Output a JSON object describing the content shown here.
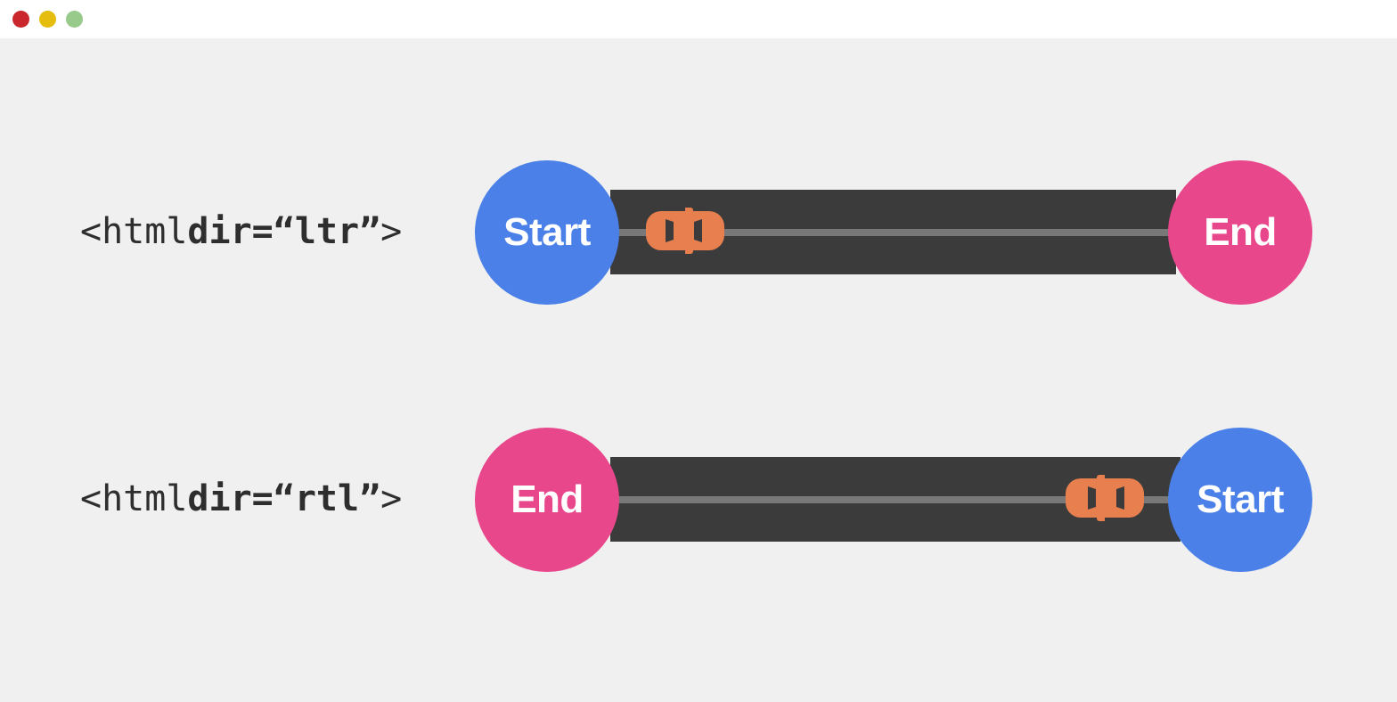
{
  "window": {
    "titlebar": {
      "buttons": [
        {
          "name": "close",
          "label": "",
          "color": "#c9272c"
        },
        {
          "name": "minimize",
          "label": "",
          "color": "#e5bd0e"
        },
        {
          "name": "maximize",
          "label": "",
          "color": "#97ca8b"
        }
      ]
    },
    "background_color": "#f1f0f0"
  },
  "palette": {
    "blue": "#4a80e8",
    "pink": "#e8478b",
    "road": "#3b3b3b",
    "road_line": "#787878",
    "car": "#e87f4f",
    "car_window": "#3b3b3b",
    "text": "#2e2e2e"
  },
  "rows": [
    {
      "id": "ltr",
      "label": {
        "prefix": "<html ",
        "attribute": "dir=“ltr”",
        "suffix": ">",
        "full": "<html dir=“ltr”>"
      },
      "left_endpoint": {
        "label": "Start",
        "color": "#4a80e8",
        "role": "start"
      },
      "right_endpoint": {
        "label": "End",
        "color": "#e8478b",
        "role": "end"
      },
      "car": {
        "icon": "car-icon",
        "direction": "right",
        "position_percent": 6
      }
    },
    {
      "id": "rtl",
      "label": {
        "prefix": "<html ",
        "attribute": "dir=“rtl”",
        "suffix": ">",
        "full": "<html dir=“rtl”>"
      },
      "left_endpoint": {
        "label": "End",
        "color": "#e8478b",
        "role": "end"
      },
      "right_endpoint": {
        "label": "Start",
        "color": "#4a80e8",
        "role": "start"
      },
      "car": {
        "icon": "car-icon",
        "direction": "left",
        "position_percent": 80
      }
    }
  ]
}
